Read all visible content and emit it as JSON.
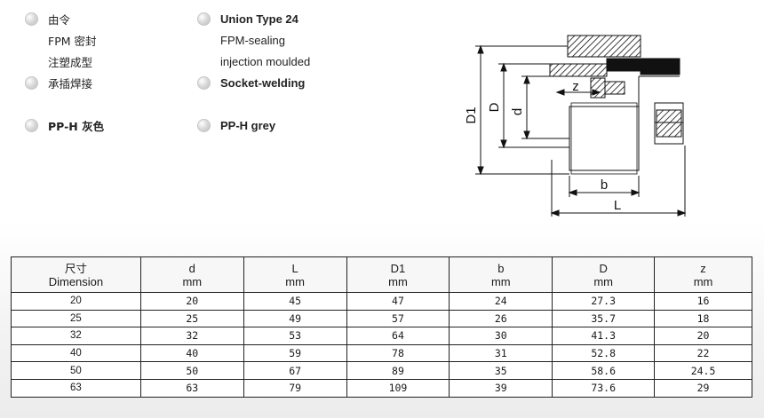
{
  "specs_cn": [
    {
      "text": "由令",
      "dot": true,
      "bold": false
    },
    {
      "text": "FPM 密封",
      "dot": false,
      "bold": false
    },
    {
      "text": "注塑成型",
      "dot": false,
      "bold": false
    },
    {
      "text": "承插焊接",
      "dot": true,
      "bold": false
    },
    {
      "text": "PP-H 灰色",
      "dot": true,
      "bold": true
    }
  ],
  "specs_en": [
    {
      "text": "Union Type 24",
      "dot": true,
      "bold": true
    },
    {
      "text": "FPM-sealing",
      "dot": false,
      "bold": false
    },
    {
      "text": "injection moulded",
      "dot": false,
      "bold": false
    },
    {
      "text": "Socket-welding",
      "dot": true,
      "bold": true
    },
    {
      "text": "PP-H  grey",
      "dot": true,
      "bold": true
    }
  ],
  "drawing_labels": {
    "D1": "D1",
    "D": "D",
    "d": "d",
    "z": "z",
    "b": "b",
    "L": "L"
  },
  "table": {
    "headers": [
      {
        "top": "尺寸",
        "bottom": "Dimension"
      },
      {
        "top": "d",
        "bottom": "mm"
      },
      {
        "top": "L",
        "bottom": "mm"
      },
      {
        "top": "D1",
        "bottom": "mm"
      },
      {
        "top": "b",
        "bottom": "mm"
      },
      {
        "top": "D",
        "bottom": "mm"
      },
      {
        "top": "z",
        "bottom": "mm"
      }
    ],
    "rows": [
      [
        "20",
        "20",
        "45",
        "47",
        "24",
        "27.3",
        "16"
      ],
      [
        "25",
        "25",
        "49",
        "57",
        "26",
        "35.7",
        "18"
      ],
      [
        "32",
        "32",
        "53",
        "64",
        "30",
        "41.3",
        "20"
      ],
      [
        "40",
        "40",
        "59",
        "78",
        "31",
        "52.8",
        "22"
      ],
      [
        "50",
        "50",
        "67",
        "89",
        "35",
        "58.6",
        "24.5"
      ],
      [
        "63",
        "63",
        "79",
        "109",
        "39",
        "73.6",
        "29"
      ]
    ]
  }
}
